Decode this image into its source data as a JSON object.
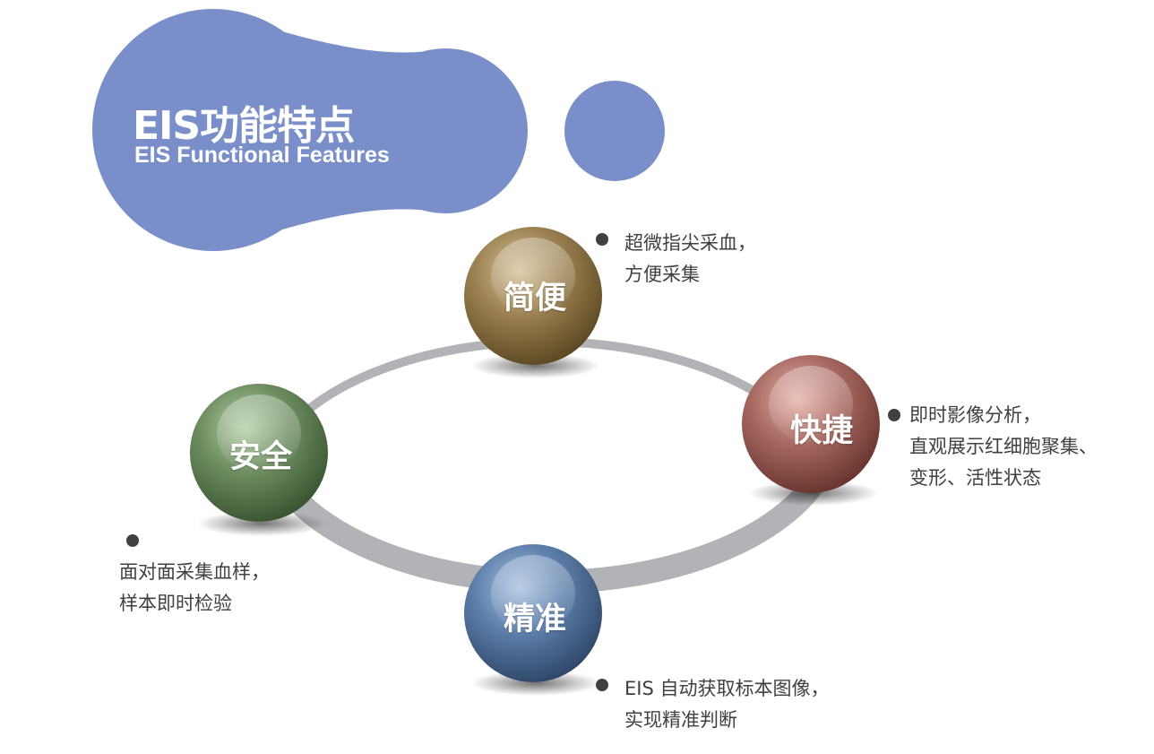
{
  "header": {
    "title_zh": "EIS功能特点",
    "title_en": "EIS Functional Features"
  },
  "nodes": [
    {
      "label": "简便",
      "lines": [
        "超微指尖采血，",
        "方便采集"
      ],
      "color": "#8a7444"
    },
    {
      "label": "快捷",
      "lines": [
        "即时影像分析，",
        "直观展示红细胞聚集、",
        "变形、活性状态"
      ],
      "color": "#9a5c55"
    },
    {
      "label": "精准",
      "lines": [
        "EIS 自动获取标本图像，",
        "实现精准判断"
      ],
      "color": "#4d6f98"
    },
    {
      "label": "安全",
      "lines": [
        "面对面采集血样，",
        "样本即时检验"
      ],
      "color": "#5f8054"
    }
  ],
  "colors": {
    "blob": "#7a8fca",
    "ring": "#b2b3b7",
    "bullet": "#404040",
    "text": "#404040"
  }
}
